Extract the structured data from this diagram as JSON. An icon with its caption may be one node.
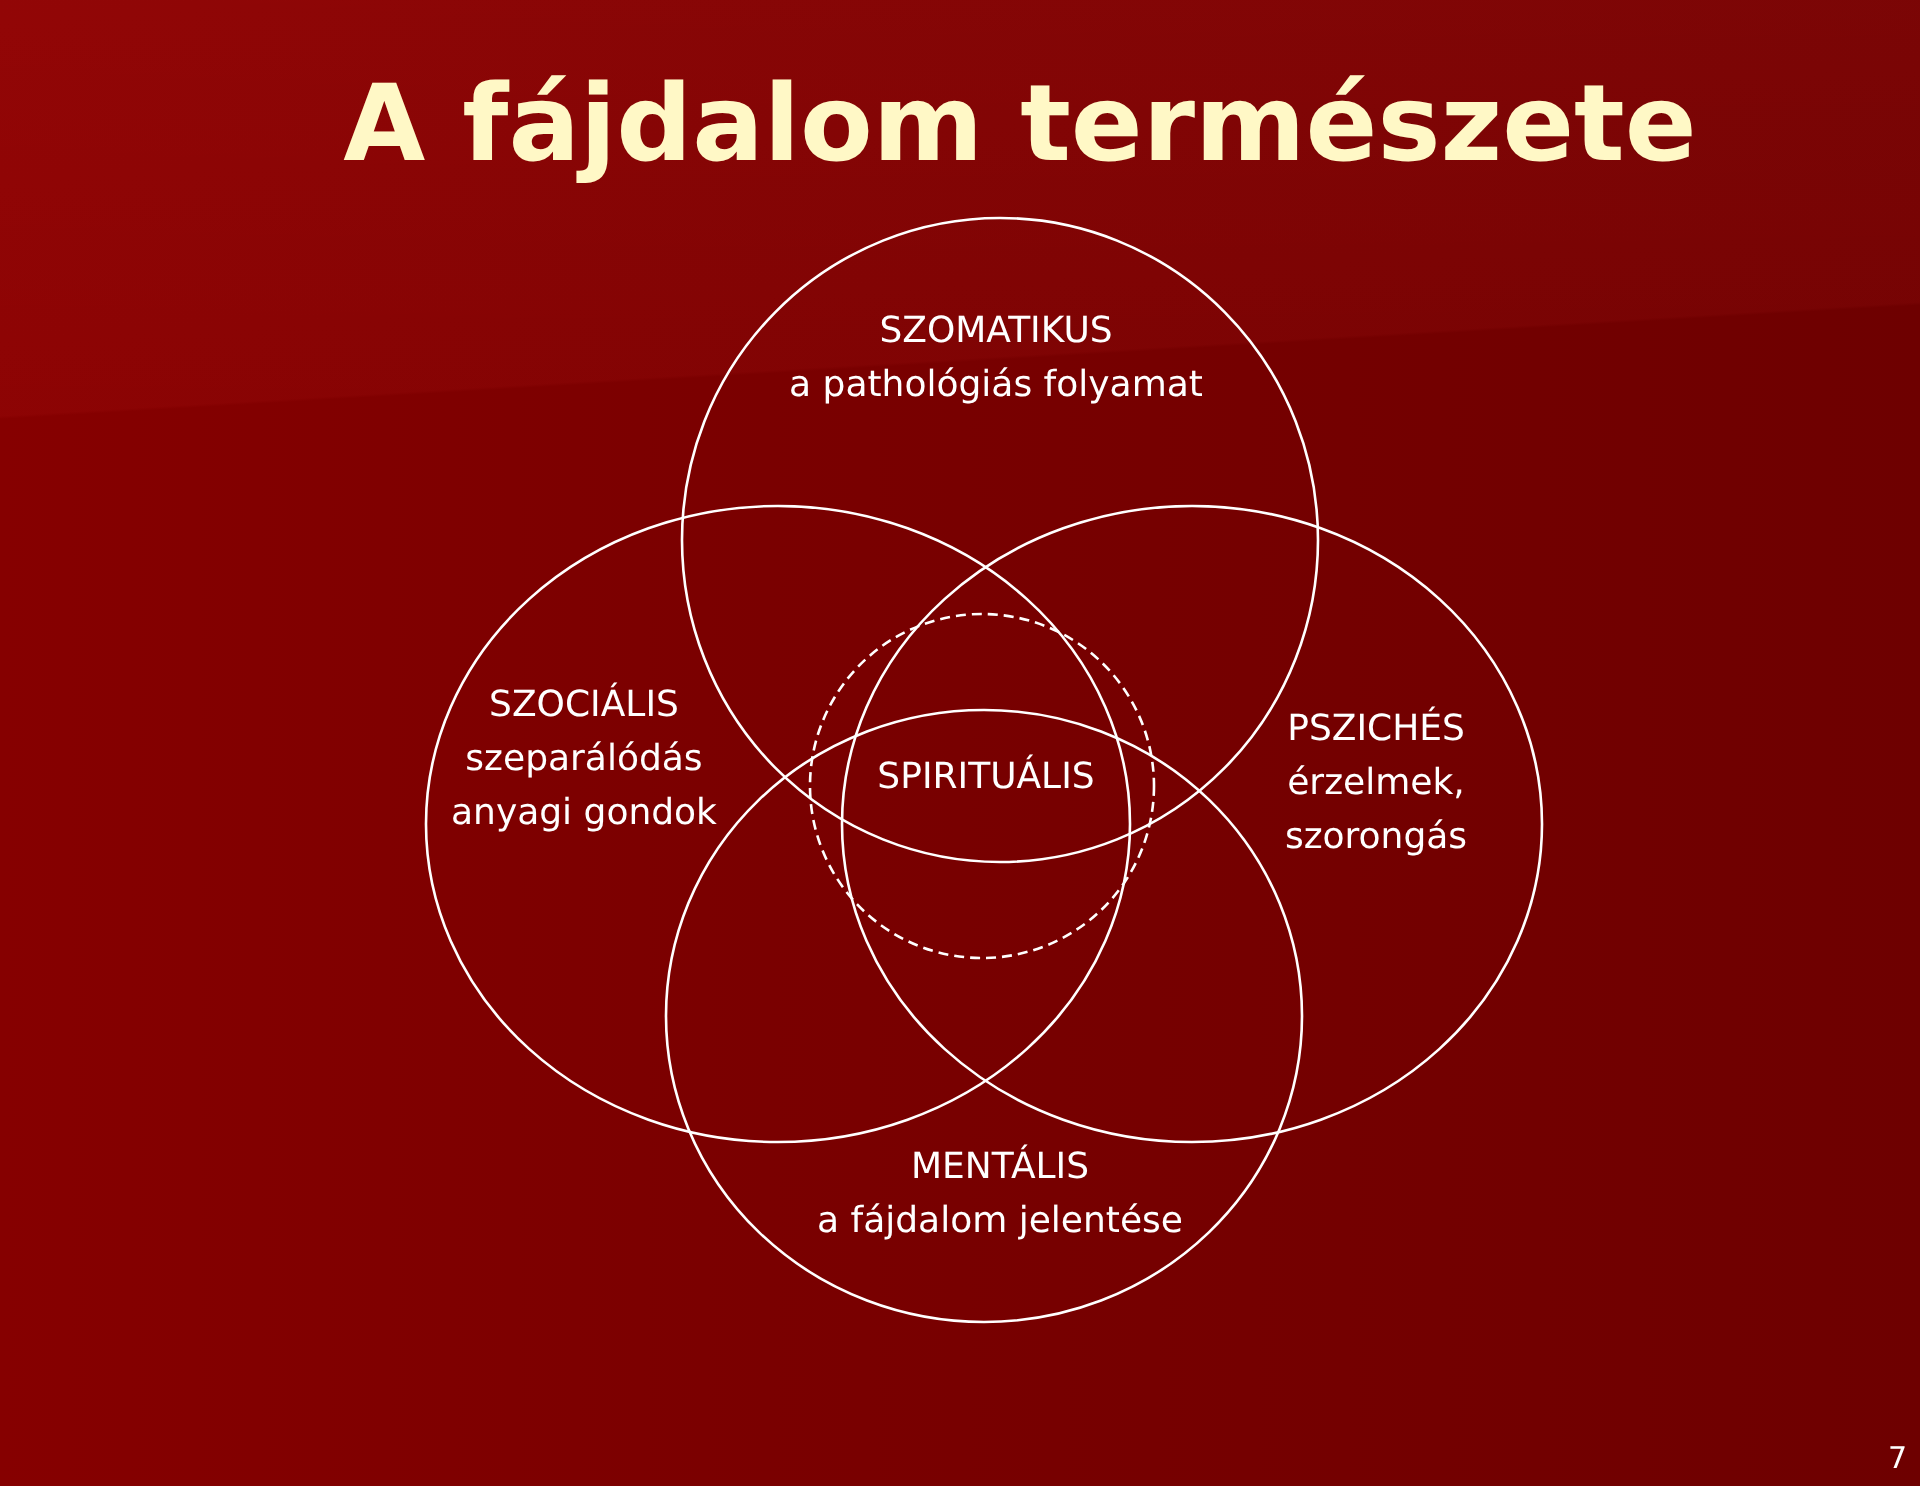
{
  "diagram": {
    "title": "A fájdalom természete",
    "nodes": [
      {
        "text": [
          "SZOMATIKUS",
          "a pathológiás folyamat"
        ]
      },
      {
        "text": [
          "SZOCIÁLIS",
          "szeparálódás anyagi gondok"
        ]
      },
      {
        "text": [
          "SPIRITUÁLIS"
        ]
      },
      {
        "text": [
          "PSZICHÉS",
          "érzelmek, szorongás"
        ]
      },
      {
        "text": [
          "MENTÁLIS",
          "a fájdalom jelentése"
        ]
      }
    ],
    "labels": [
      "7"
    ]
  }
}
